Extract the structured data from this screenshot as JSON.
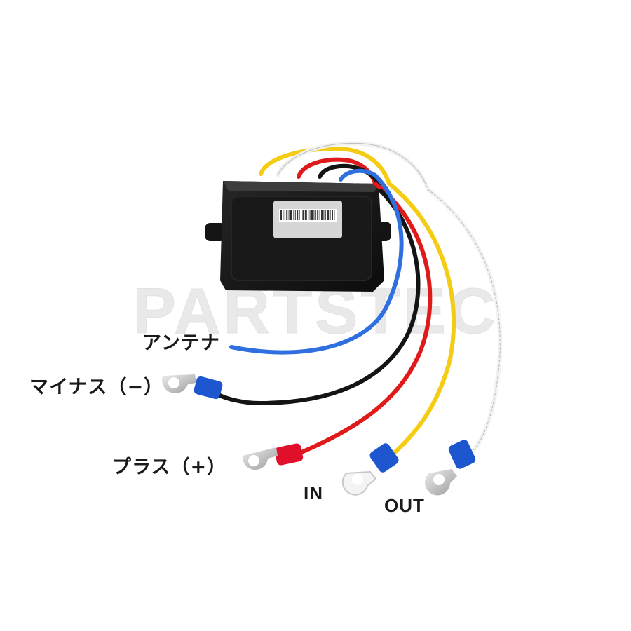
{
  "watermark": "PARTSTEC",
  "device": {
    "sticker": "barcode label"
  },
  "wires": [
    {
      "name": "antenna",
      "color": "#2f6fe0"
    },
    {
      "name": "minus",
      "color": "#141414"
    },
    {
      "name": "plus",
      "color": "#e01a1a"
    },
    {
      "name": "in",
      "color": "#f5cc14"
    },
    {
      "name": "out",
      "color": "#f2f2f0"
    }
  ],
  "labels": {
    "antenna": "アンテナ",
    "minus": "マイナス（−）",
    "plus": "プラス（+）",
    "in": "IN",
    "out": "OUT"
  },
  "colors": {
    "background": "#ffffff",
    "terminal_blue": "#1e56d0",
    "terminal_red": "#e0102a",
    "ring_metal": "#cfcfcf"
  }
}
